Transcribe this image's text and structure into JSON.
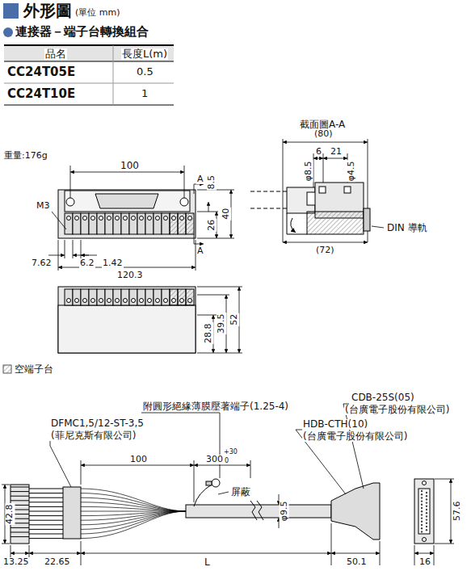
{
  "diagram": {
    "title": "外形圖",
    "labels": [
      "(單位 mm)",
      "連接器－端子台轉換組合",
      "品名",
      "長度L(m)",
      "CC24T05E",
      "0.5",
      "CC24T10E",
      "1",
      "截面圖A-A",
      "重量:176g",
      "100",
      "A",
      "8.5",
      "26",
      "40",
      "M3",
      "7.62",
      "6.2",
      "1.42",
      "120.3",
      "A",
      "(80)",
      "6",
      "21",
      "φ8.5",
      "φ4.5",
      "DIN 導軌",
      "(72)",
      "28.8",
      "39.5",
      "52",
      "附圓形絕緣薄膜壓著端子(1.25-4)",
      "CDB-25S(05)",
      "(台廣電子股份有限公司)",
      "HDB-CTH(10)",
      "(台廣電子股份有限公司)",
      "DFMC1,5/12-ST-3,5",
      "(菲尼克斯有限公司)",
      "100",
      "300",
      "+30",
      "0",
      "屏蔽",
      "42.8",
      "φ9.5",
      "57.6",
      "13.25",
      "22.65",
      "L",
      "50.1",
      "16"
    ],
    "legend": [
      {
        "text": "空端子台"
      }
    ]
  }
}
